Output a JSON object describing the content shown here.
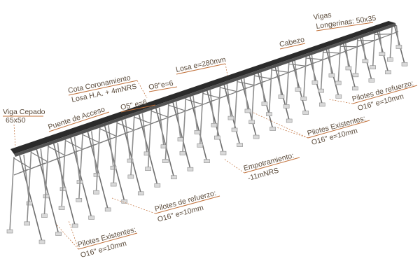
{
  "labels": {
    "viga_cepado_1": "Viga Cepado",
    "viga_cepado_2": "65x50",
    "puente_acceso": "Puente de Acceso",
    "cota_coronamiento_1": "Cota Coronamiento",
    "cota_coronamiento_2": "Losa H.A. + 4mNRS",
    "o5": "O5\" e=6",
    "o8": "O8\"e=6",
    "losa": "Losa e=280mm",
    "cabezo": "Cabezo",
    "vigas_1": "Vigas",
    "vigas_2": "Longerinas: 50x35",
    "pilotes_refuerzo_right_1": "Pilotes de refuerzo:",
    "pilotes_refuerzo_right_2": "O16\" e=10mm",
    "pilotes_existentes_mid_1": "Pilotes Existentes:",
    "pilotes_existentes_mid_2": "O16\" e=10mm",
    "empotramiento_1": "Empotramiento:",
    "empotramiento_2": "-11mNRS",
    "pilotes_refuerzo_bottom_1": "Pilotes de refuerzo:",
    "pilotes_refuerzo_bottom_2": "O16\" e=10mm",
    "pilotes_existentes_bottom_1": "Pilotes Existentes:",
    "pilotes_existentes_bottom_2": "O16\" e=10mm"
  },
  "colors": {
    "label_text": "#5a4a3a",
    "underline": "#c0703a",
    "deck": "#2b2b2b",
    "steel": "#8e8e8e"
  }
}
